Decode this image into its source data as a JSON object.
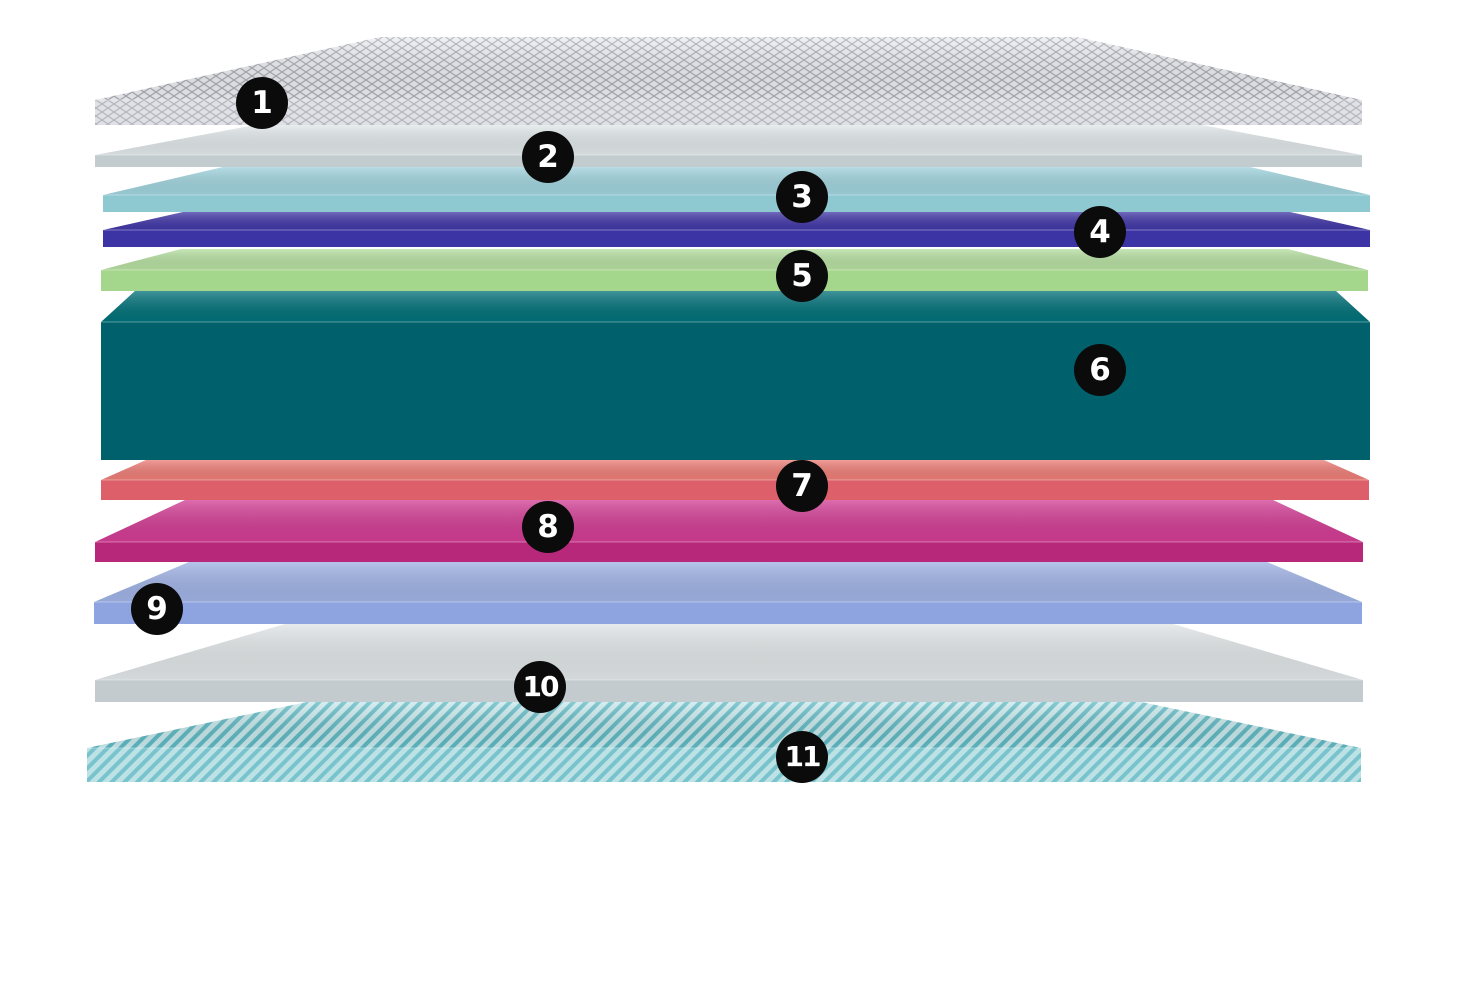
{
  "diagram": {
    "layers": [
      {
        "number": "1",
        "top_color": "#e9eaee",
        "front_color": "#c9cad0",
        "pattern": "diamond"
      },
      {
        "number": "2",
        "top_color": "#dfe6e8",
        "front_color": "#c2cccf",
        "pattern": "none"
      },
      {
        "number": "3",
        "top_color": "#9fd2dc",
        "front_color": "#8ec8d1",
        "pattern": "none"
      },
      {
        "number": "4",
        "top_color": "#4238a6",
        "front_color": "#3c34a4",
        "pattern": "none"
      },
      {
        "number": "5",
        "top_color": "#b5dea0",
        "front_color": "#a4d68c",
        "pattern": "none"
      },
      {
        "number": "6",
        "top_color": "#017078",
        "front_color": "#00606b",
        "pattern": "none"
      },
      {
        "number": "7",
        "top_color": "#ec7d77",
        "front_color": "#dc5f6a",
        "pattern": "none"
      },
      {
        "number": "8",
        "top_color": "#d13c93",
        "front_color": "#b8287a",
        "pattern": "none"
      },
      {
        "number": "9",
        "top_color": "#9fb2e4",
        "front_color": "#8ea4e0",
        "pattern": "none"
      },
      {
        "number": "10",
        "top_color": "#dfe4e6",
        "front_color": "#c3cbce",
        "pattern": "none"
      },
      {
        "number": "11",
        "top_color": "#bfe2e6",
        "front_color": "#a8d7dc",
        "pattern": "stripes"
      }
    ],
    "badge_color": "#0b0b0b",
    "badge_text_color": "#ffffff"
  }
}
